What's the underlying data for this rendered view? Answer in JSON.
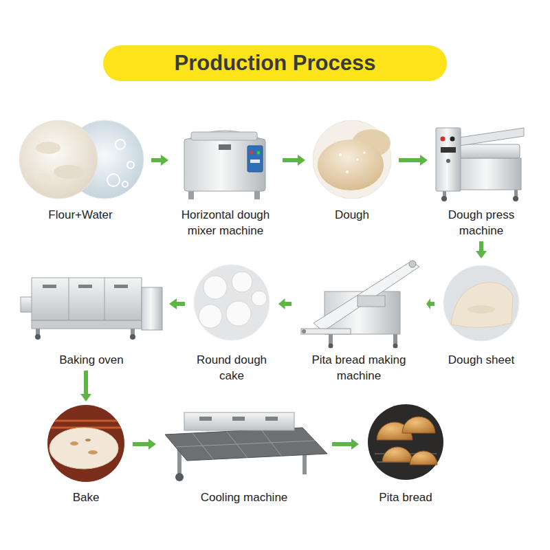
{
  "diagram": {
    "title": "Production Process",
    "nodes": [
      {
        "text": [
          "Flour+Water"
        ]
      },
      {
        "text": [
          "Horizontal dough mixer machine"
        ]
      },
      {
        "text": [
          "Dough"
        ]
      },
      {
        "text": [
          "Dough press machine"
        ]
      },
      {
        "text": [
          "Dough sheet"
        ]
      },
      {
        "text": [
          "Pita bread making machine"
        ]
      },
      {
        "text": [
          "Round dough cake"
        ]
      },
      {
        "text": [
          "Baking oven"
        ]
      },
      {
        "text": [
          "Bake"
        ]
      },
      {
        "text": [
          "Cooling machine"
        ]
      },
      {
        "text": [
          "Pita bread"
        ]
      }
    ],
    "edges": [
      {
        "from": 0,
        "to": 1,
        "arrow": "to"
      },
      {
        "from": 1,
        "to": 2,
        "arrow": "to"
      },
      {
        "from": 2,
        "to": 3,
        "arrow": "to"
      },
      {
        "from": 3,
        "to": 4,
        "arrow": "to"
      },
      {
        "from": 4,
        "to": 5,
        "arrow": "to"
      },
      {
        "from": 5,
        "to": 6,
        "arrow": "to"
      },
      {
        "from": 6,
        "to": 7,
        "arrow": "to"
      },
      {
        "from": 7,
        "to": 8,
        "arrow": "to"
      },
      {
        "from": 8,
        "to": 9,
        "arrow": "to"
      },
      {
        "from": 9,
        "to": 10,
        "arrow": "to"
      }
    ]
  }
}
